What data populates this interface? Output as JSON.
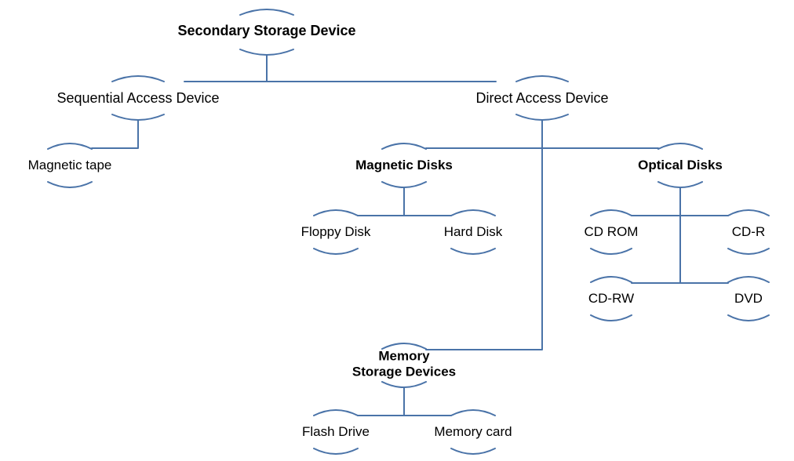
{
  "colors": {
    "line": "#4a73a8",
    "text": "#000000",
    "background": "#ffffff"
  },
  "nodes": {
    "secondary_storage": "Secondary Storage Device",
    "sequential_access": "Sequential Access Device",
    "direct_access": "Direct Access Device",
    "magnetic_tape": "Magnetic tape",
    "magnetic_disks": "Magnetic Disks",
    "optical_disks": "Optical Disks",
    "floppy_disk": "Floppy Disk",
    "hard_disk": "Hard Disk",
    "cd_rom": "CD ROM",
    "cd_r": "CD-R",
    "cd_rw": "CD-RW",
    "dvd": "DVD",
    "memory_storage": {
      "line1": "Memory",
      "line2": "Storage Devices"
    },
    "flash_drive": "Flash Drive",
    "memory_card": "Memory card"
  }
}
